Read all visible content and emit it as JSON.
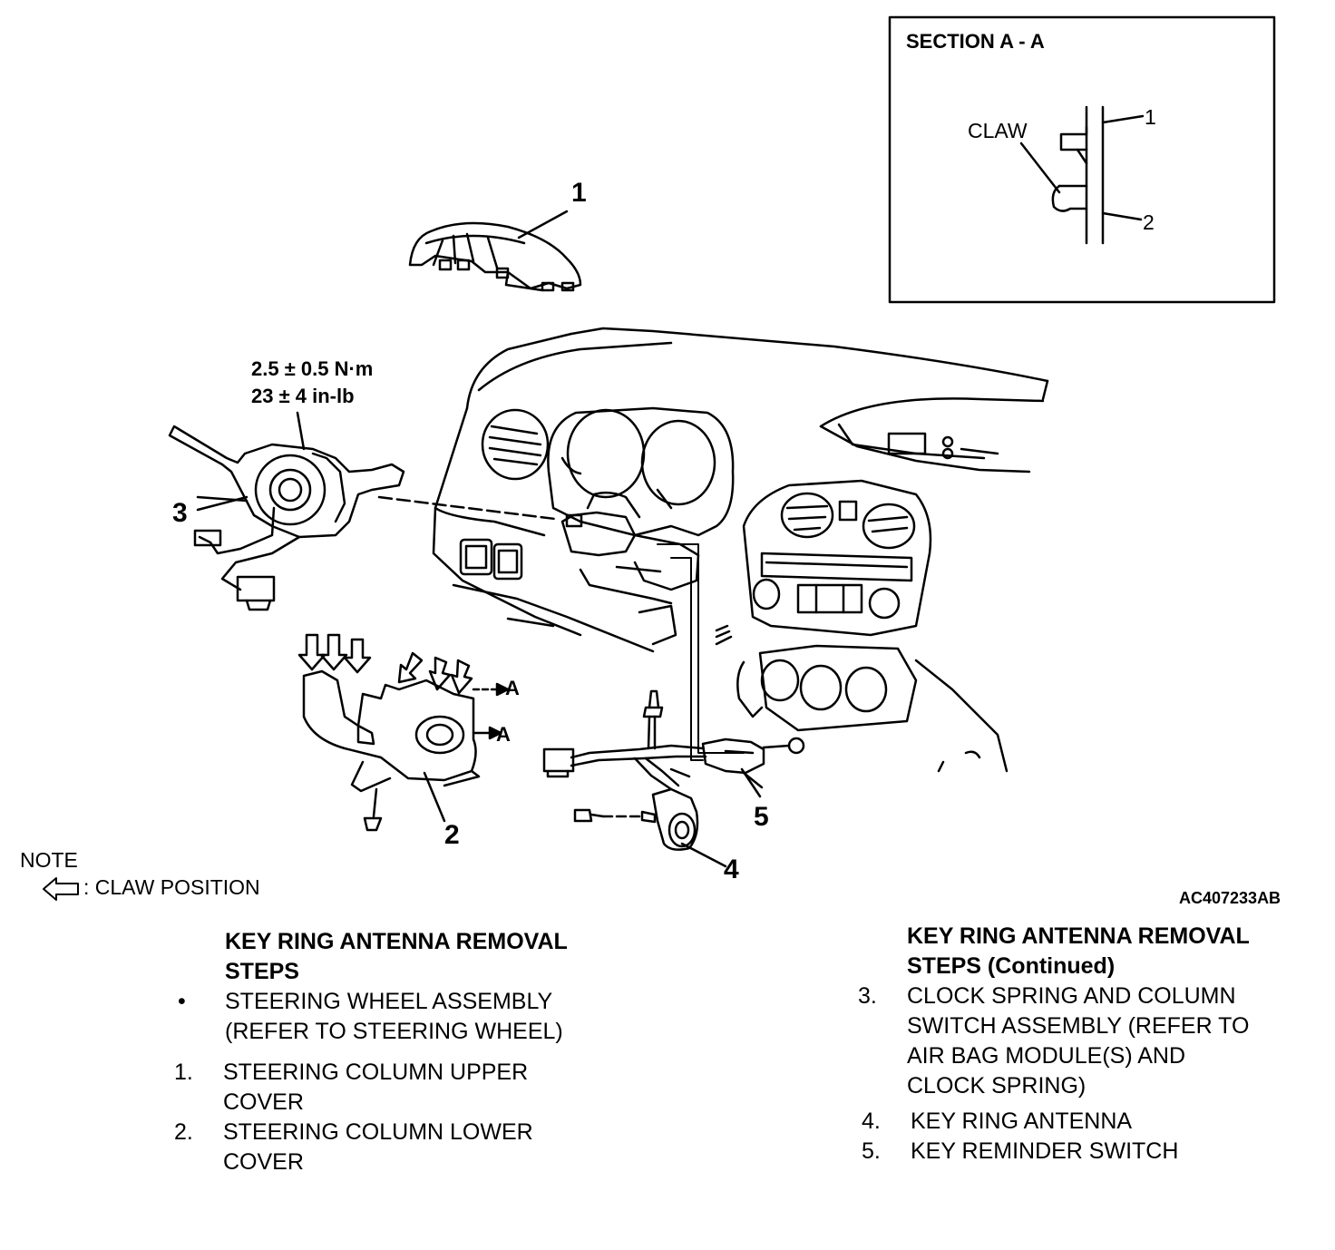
{
  "section": {
    "title": "SECTION A - A",
    "claw_label": "CLAW",
    "label_1": "1",
    "label_2": "2"
  },
  "callouts": {
    "c1": "1",
    "c2": "2",
    "c3": "3",
    "c4": "4",
    "c5": "5",
    "arrow_a_1": "A",
    "arrow_a_2": "A"
  },
  "torque": {
    "line1": "2.5 ± 0.5 N·m",
    "line2": "23 ± 4 in-lb"
  },
  "note": {
    "title": "NOTE",
    "legend": ": CLAW POSITION"
  },
  "figure_id": "AC407233AB",
  "steps_left": {
    "title_line1": "KEY RING ANTENNA REMOVAL",
    "title_line2": "STEPS",
    "items": [
      {
        "marker": "•",
        "lines": [
          "STEERING WHEEL ASSEMBLY",
          "(REFER TO STEERING WHEEL)"
        ]
      },
      {
        "marker": "1.",
        "lines": [
          "STEERING COLUMN UPPER",
          "COVER"
        ]
      },
      {
        "marker": "2.",
        "lines": [
          "STEERING COLUMN LOWER",
          "COVER"
        ]
      }
    ]
  },
  "steps_right": {
    "title_line1": "KEY RING ANTENNA REMOVAL",
    "title_line2": "STEPS (Continued)",
    "items": [
      {
        "marker": "3.",
        "lines": [
          "CLOCK SPRING AND COLUMN",
          "SWITCH ASSEMBLY (REFER TO",
          "AIR BAG MODULE(S) AND",
          "CLOCK SPRING)"
        ]
      },
      {
        "marker": "4.",
        "lines": [
          "KEY RING ANTENNA"
        ]
      },
      {
        "marker": "5.",
        "lines": [
          "KEY REMINDER SWITCH"
        ]
      }
    ]
  }
}
